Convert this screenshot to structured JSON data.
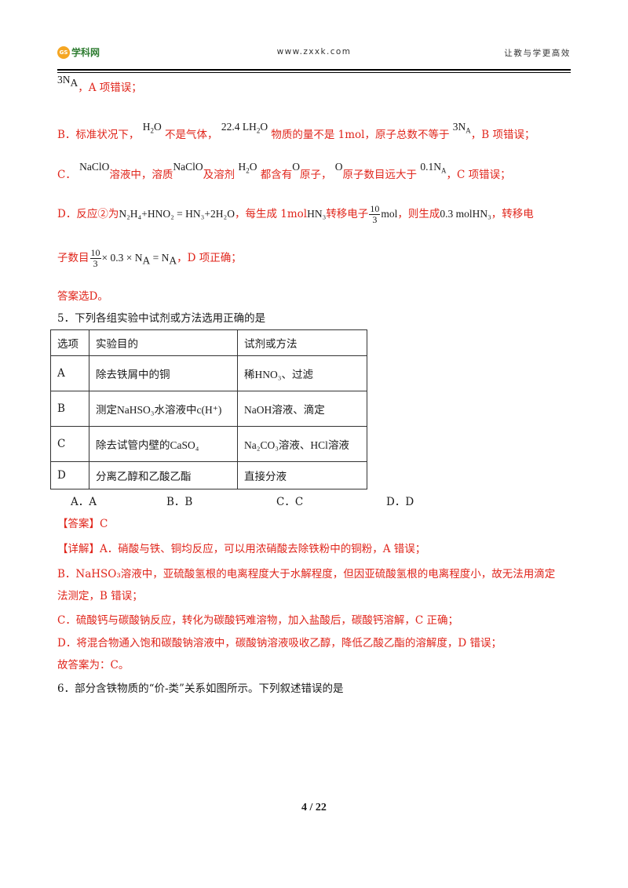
{
  "header": {
    "logo_mark": "GS",
    "logo_text": "学科网",
    "site_url": "www.zxxk.com",
    "slogan": "让教与学更高效"
  },
  "q4_cont": {
    "a_formula_coef": "3N",
    "a_formula_sub": "A",
    "a_text": "，A 项错误；",
    "b_lead": "B．标准状况下，",
    "b_h2o_1": "H",
    "b_h2o_2": "O",
    "b_t1": "不是气体，",
    "b_vol": "22.4 LH",
    "b_vol_o": "O",
    "b_t2": "物质的量不是 1mol，原子总数不等于",
    "b_na": "3N",
    "b_na_sub": "A",
    "b_t3": "，B 项错误；",
    "c_lead": "C．",
    "c_naclo1": "NaClO",
    "c_t1": "溶液中，溶质",
    "c_naclo2": "NaClO",
    "c_t2": "及溶剂",
    "c_h2o_1": "H",
    "c_h2o_2": "O",
    "c_t3": "都含有",
    "c_o1": "O",
    "c_t4": "原子，",
    "c_o2": "O",
    "c_t5": "原子数目远大于",
    "c_na": "0.1N",
    "c_na_sub": "A",
    "c_t6": "，C 项错误；",
    "d_lead": "D．反应②为",
    "d_eq": "N₂H₄+HNO₂ = HN₃+2H₂O",
    "d_t1": "，每生成 1mol",
    "d_hn3": "HN₃",
    "d_t2": "转移电子",
    "d_frac_num": "10",
    "d_frac_den": "3",
    "d_mol": "mol",
    "d_t3": "，则生成",
    "d_amt": "0.3 molHN₃",
    "d_t4": "，转移电",
    "d2_t1": "子数目",
    "d2_frac_num": "10",
    "d2_frac_den": "3",
    "d2_expr": "× 0.3 × N",
    "d2_sub1": "A",
    "d2_eq": " = N",
    "d2_sub2": "A",
    "d2_t2": "，D 项正确；",
    "answer": "答案选D。"
  },
  "q5": {
    "stem": "5．下列各组实验中试剂或方法选用正确的是",
    "header": [
      "选项",
      "实验目的",
      "试剂或方法"
    ],
    "rows": [
      {
        "opt": "A",
        "purpose": "除去铁屑中的铜",
        "reagent_pre": "稀",
        "reagent_f": "HNO₃",
        "reagent_post": "、过滤"
      },
      {
        "opt": "B",
        "purpose_pre": "测定",
        "purpose_f": "NaHSO₃",
        "purpose_mid": "水溶液中",
        "purpose_f2": "c(H⁺)",
        "reagent_f": "NaOH",
        "reagent_post": "溶液、滴定"
      },
      {
        "opt": "C",
        "purpose_pre": "除去试管内壁的",
        "purpose_f": "CaSO₄",
        "reagent_f": "Na₂CO₃",
        "reagent_mid": "溶液、",
        "reagent_f2": "HCl",
        "reagent_post": "溶液"
      },
      {
        "opt": "D",
        "purpose": "分离乙醇和乙酸乙酯",
        "reagent": "直接分液"
      }
    ],
    "options": [
      "A．A",
      "B．B",
      "C．C",
      "D．D"
    ],
    "answer": "【答案】C",
    "detail_a": "【详解】A．硝酸与铁、铜均反应，可以用浓硝酸去除铁粉中的铜粉，A 错误；",
    "detail_b1": "B．NaHSO₃溶液中，亚硫酸氢根的电离程度大于水解程度，但因亚硫酸氢根的电离程度小，故无法用滴定",
    "detail_b2": "法测定，B 错误；",
    "detail_c": "C．硫酸钙与碳酸钠反应，转化为碳酸钙难溶物，加入盐酸后，碳酸钙溶解，C 正确；",
    "detail_d": "D．将混合物通入饱和碳酸钠溶液中，碳酸钠溶液吸收乙醇，降低乙酸乙酯的溶解度，D 错误；",
    "final": "故答案为：C。"
  },
  "q6": {
    "stem": "6．部分含铁物质的“价-类”关系如图所示。下列叙述错误的是"
  },
  "footer": {
    "page": "4 / 22"
  }
}
